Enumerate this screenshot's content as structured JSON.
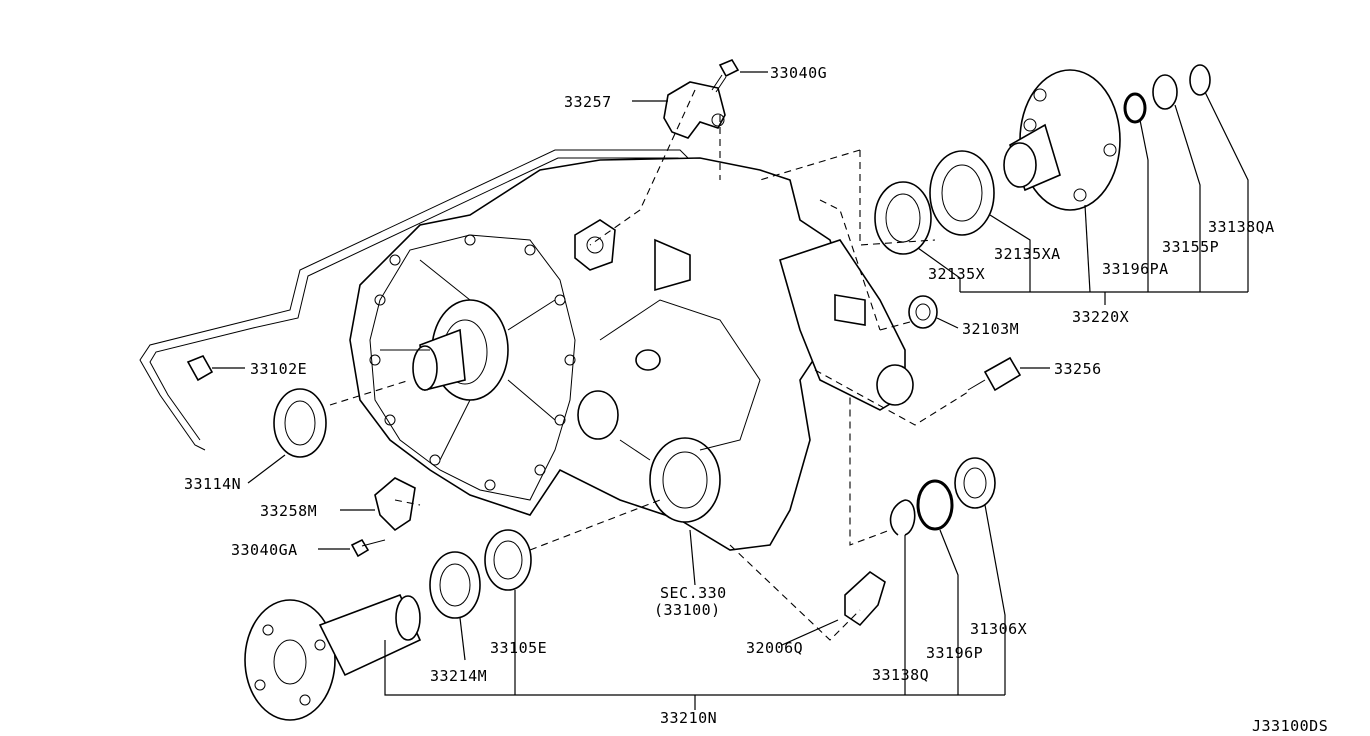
{
  "diagram_id": "J33100DS",
  "callouts": [
    {
      "id": "33040G",
      "text": "33040G"
    },
    {
      "id": "33257",
      "text": "33257"
    },
    {
      "id": "33138QA",
      "text": "33138QA"
    },
    {
      "id": "33155P",
      "text": "33155P"
    },
    {
      "id": "32135XA",
      "text": "32135XA"
    },
    {
      "id": "33196PA",
      "text": "33196PA"
    },
    {
      "id": "32135X",
      "text": "32135X"
    },
    {
      "id": "33220X",
      "text": "33220X"
    },
    {
      "id": "32103M",
      "text": "32103M"
    },
    {
      "id": "33256",
      "text": "33256"
    },
    {
      "id": "33102E",
      "text": "33102E"
    },
    {
      "id": "33114N",
      "text": "33114N"
    },
    {
      "id": "33258M",
      "text": "33258M"
    },
    {
      "id": "33040GA",
      "text": "33040GA"
    },
    {
      "id": "SEC330",
      "text": "SEC.330"
    },
    {
      "id": "33100",
      "text": "(33100)"
    },
    {
      "id": "32006Q",
      "text": "32006Q"
    },
    {
      "id": "31306X",
      "text": "31306X"
    },
    {
      "id": "33196P",
      "text": "33196P"
    },
    {
      "id": "33138Q",
      "text": "33138Q"
    },
    {
      "id": "33214M",
      "text": "33214M"
    },
    {
      "id": "33105E",
      "text": "33105E"
    },
    {
      "id": "33210N",
      "text": "33210N"
    }
  ]
}
